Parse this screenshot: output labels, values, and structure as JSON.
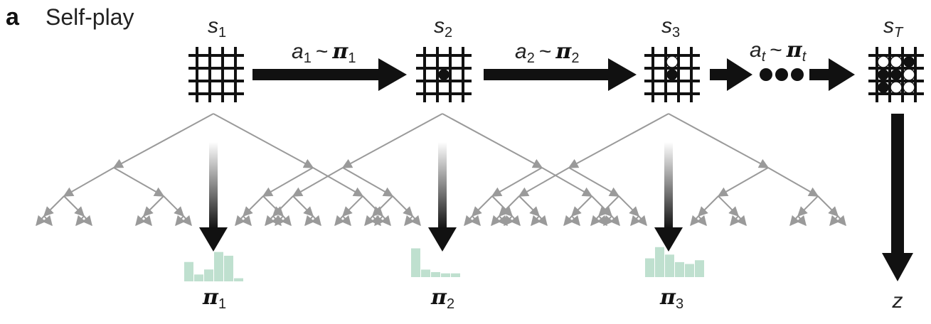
{
  "panel": {
    "letter": "a",
    "title": "Self-play"
  },
  "states": [
    {
      "base": "s",
      "sub": "1",
      "dist_label": "π",
      "dist_sub": "1",
      "distribution": [
        0.62,
        0.22,
        0.38,
        0.94,
        0.82,
        0.1
      ],
      "stones": []
    },
    {
      "base": "s",
      "sub": "2",
      "dist_label": "π",
      "dist_sub": "2",
      "distribution": [
        0.92,
        0.24,
        0.16,
        0.12,
        0.12
      ],
      "stones": [
        {
          "x": 1,
          "y": 1,
          "color": "black"
        }
      ]
    },
    {
      "base": "s",
      "sub": "3",
      "dist_label": "π",
      "dist_sub": "3",
      "distribution": [
        0.6,
        0.96,
        0.72,
        0.48,
        0.42,
        0.54
      ],
      "stones": [
        {
          "x": 1,
          "y": 0,
          "color": "white"
        },
        {
          "x": 1,
          "y": 1,
          "color": "black"
        }
      ]
    },
    {
      "base": "s",
      "sub": "T",
      "stones": [
        {
          "x": 0,
          "y": 0,
          "color": "white"
        },
        {
          "x": 1,
          "y": 0,
          "color": "white"
        },
        {
          "x": 2,
          "y": 0,
          "color": "black"
        },
        {
          "x": 0,
          "y": 1,
          "color": "black"
        },
        {
          "x": 1,
          "y": 1,
          "color": "black"
        },
        {
          "x": 2,
          "y": 1,
          "color": "white"
        },
        {
          "x": 0,
          "y": 2,
          "color": "black"
        },
        {
          "x": 1,
          "y": 2,
          "color": "white"
        },
        {
          "x": 2,
          "y": 2,
          "color": "white"
        }
      ]
    }
  ],
  "actions": [
    {
      "a_base": "a",
      "a_sub": "1",
      "tilde": "~",
      "pi": "π",
      "pi_sub": "1"
    },
    {
      "a_base": "a",
      "a_sub": "2",
      "tilde": "~",
      "pi": "π",
      "pi_sub": "2"
    },
    {
      "a_base": "a",
      "a_sub": "t",
      "tilde": "~",
      "pi": "π",
      "pi_sub": "t"
    }
  ],
  "outcome": {
    "label": "z"
  },
  "colors": {
    "ink": "#111111",
    "tree": "#9a9a9a",
    "bars": "#bfe0cf",
    "stone_white": "#ffffff"
  }
}
